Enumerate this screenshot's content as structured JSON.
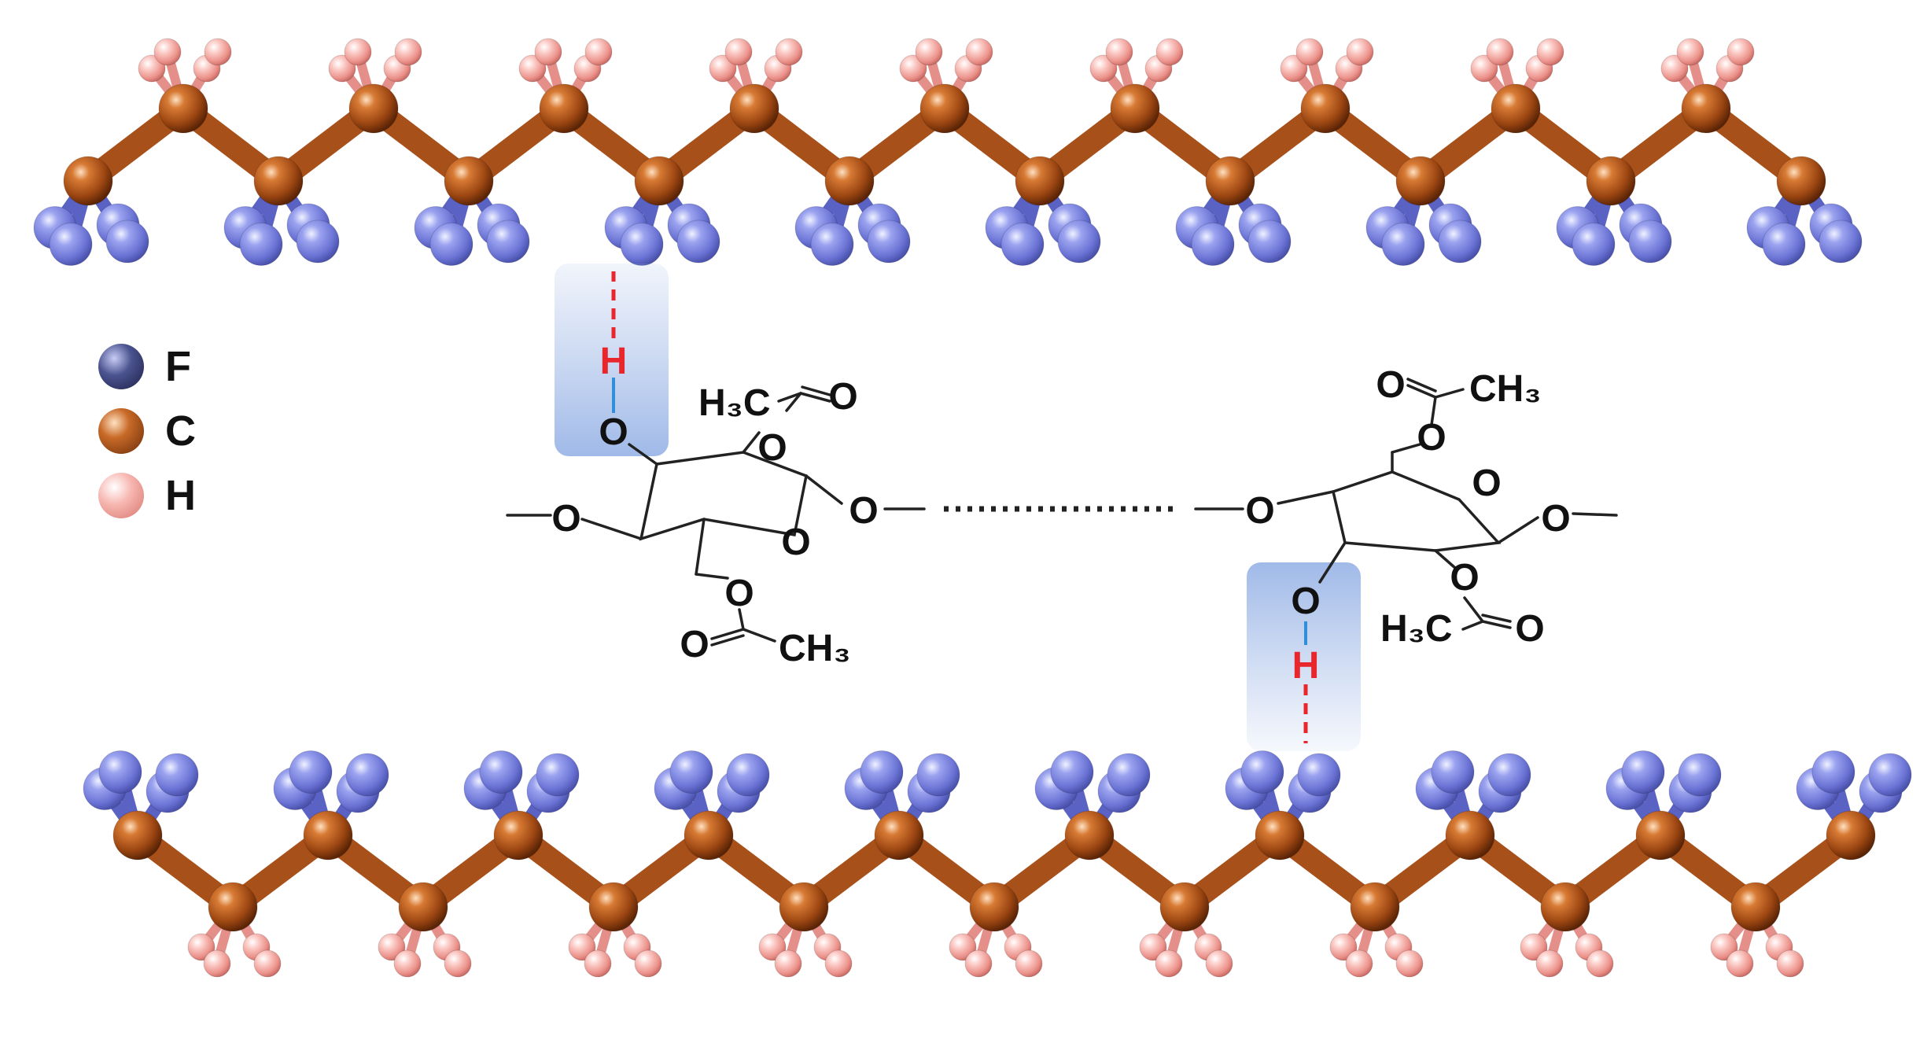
{
  "legend": [
    {
      "label": "F",
      "color": "#6c72c8"
    },
    {
      "label": "C",
      "color": "#b85a1c"
    },
    {
      "label": "H",
      "color": "#f3a7a2"
    }
  ],
  "molecule_left": {
    "ring_O": "O",
    "link_O_left": "O",
    "link_O_right": "O",
    "hydroxyl_O": "O",
    "hydroxyl_H": "H",
    "acetyl_top": {
      "ester_O": "O",
      "carbonyl_O": "O",
      "methyl": "H₃C"
    },
    "acetyl_bottom": {
      "ester_O": "O",
      "carbonyl_O": "O",
      "methyl": "CH₃"
    }
  },
  "molecule_right": {
    "ring_O": "O",
    "link_O_left": "O",
    "link_O_right": "O",
    "hydroxyl_O": "O",
    "hydroxyl_H": "H",
    "acetyl_top": {
      "ester_O": "O",
      "carbonyl_O": "O",
      "methyl": "CH₃"
    },
    "acetyl_bottom": {
      "ester_O": "O",
      "carbonyl_O": "O",
      "methyl": "H₃C"
    }
  },
  "colors": {
    "fluorine": "#6c72c8",
    "carbon": "#b85a1c",
    "hydrogen": "#f3a7a2",
    "hbond": "#e8262c",
    "oh_bond": "#2f8fd8",
    "highlight": "#9fb8e6"
  }
}
